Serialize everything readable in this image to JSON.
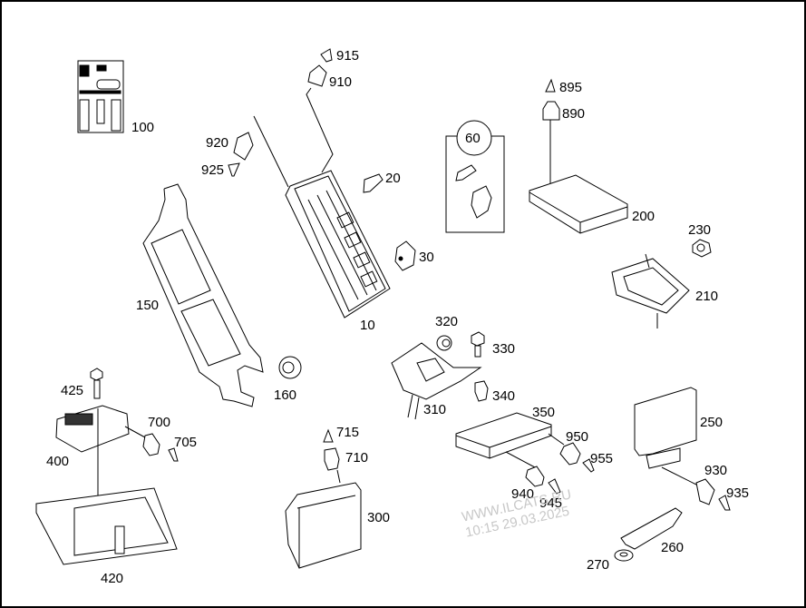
{
  "diagram": {
    "title": "Parts diagram - electrical control units and fuse box",
    "callouts": [
      {
        "id": "p100",
        "label": "100",
        "part": "label-sticker"
      },
      {
        "id": "p915",
        "label": "915",
        "part": "fuse-pin"
      },
      {
        "id": "p910",
        "label": "910",
        "part": "connector"
      },
      {
        "id": "p920",
        "label": "920",
        "part": "connector"
      },
      {
        "id": "p925",
        "label": "925",
        "part": "fuse-pin"
      },
      {
        "id": "p20",
        "label": "20",
        "part": "fuse"
      },
      {
        "id": "p30",
        "label": "30",
        "part": "relay"
      },
      {
        "id": "p10",
        "label": "10",
        "part": "fuse-relay-box"
      },
      {
        "id": "p150",
        "label": "150",
        "part": "bracket"
      },
      {
        "id": "p160",
        "label": "160",
        "part": "nut"
      },
      {
        "id": "p60",
        "label": "60",
        "part": "kit"
      },
      {
        "id": "p895",
        "label": "895",
        "part": "fuse-pin"
      },
      {
        "id": "p890",
        "label": "890",
        "part": "connector"
      },
      {
        "id": "p200",
        "label": "200",
        "part": "control-unit"
      },
      {
        "id": "p230",
        "label": "230",
        "part": "nut"
      },
      {
        "id": "p210",
        "label": "210",
        "part": "bracket"
      },
      {
        "id": "p320",
        "label": "320",
        "part": "nut"
      },
      {
        "id": "p330",
        "label": "330",
        "part": "bolt"
      },
      {
        "id": "p310",
        "label": "310",
        "part": "bracket"
      },
      {
        "id": "p340",
        "label": "340",
        "part": "clip-nut"
      },
      {
        "id": "p350",
        "label": "350",
        "part": "control-unit"
      },
      {
        "id": "p950",
        "label": "950",
        "part": "connector"
      },
      {
        "id": "p955",
        "label": "955",
        "part": "fuse-pin"
      },
      {
        "id": "p940",
        "label": "940",
        "part": "connector"
      },
      {
        "id": "p945",
        "label": "945",
        "part": "fuse-pin"
      },
      {
        "id": "p425",
        "label": "425",
        "part": "bolt"
      },
      {
        "id": "p400",
        "label": "400",
        "part": "control-unit"
      },
      {
        "id": "p700",
        "label": "700",
        "part": "connector"
      },
      {
        "id": "p705",
        "label": "705",
        "part": "fuse-pin"
      },
      {
        "id": "p420",
        "label": "420",
        "part": "tray"
      },
      {
        "id": "p715",
        "label": "715",
        "part": "fuse-pin"
      },
      {
        "id": "p710",
        "label": "710",
        "part": "connector"
      },
      {
        "id": "p300",
        "label": "300",
        "part": "control-unit"
      },
      {
        "id": "p250",
        "label": "250",
        "part": "control-unit"
      },
      {
        "id": "p930",
        "label": "930",
        "part": "connector"
      },
      {
        "id": "p935",
        "label": "935",
        "part": "fuse-pin"
      },
      {
        "id": "p260",
        "label": "260",
        "part": "bracket"
      },
      {
        "id": "p270",
        "label": "270",
        "part": "grommet"
      }
    ]
  },
  "watermark": {
    "line1": "WWW.ILCATS.RU",
    "line2": "10:15 29.03.2025"
  }
}
